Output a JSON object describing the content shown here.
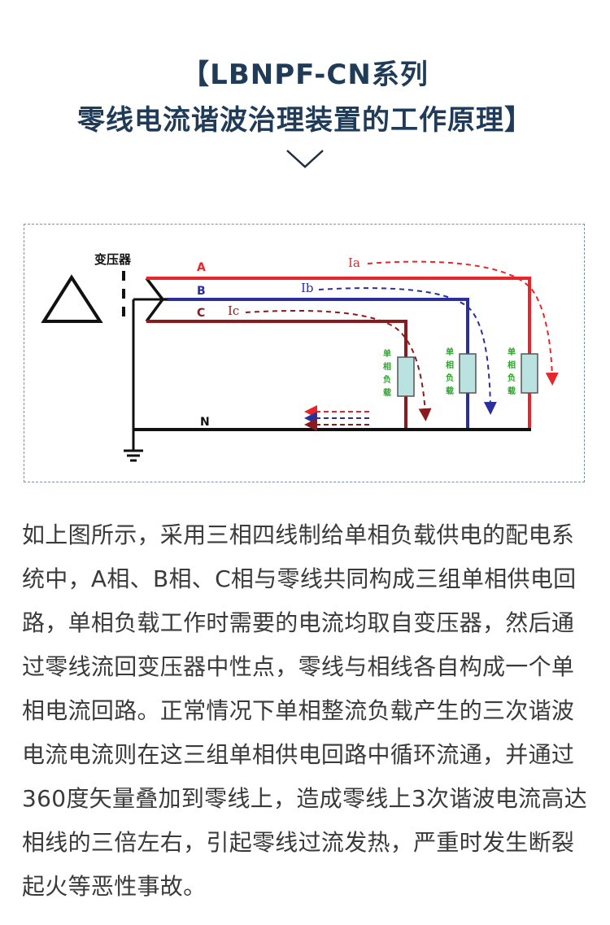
{
  "header": {
    "title_line1": "【LBNPF-CN系列",
    "title_line2": "零线电流谐波治理装置的工作原理】"
  },
  "diagram": {
    "transformer_label": "变压器",
    "phase_a": "A",
    "phase_b": "B",
    "phase_c": "C",
    "neutral": "N",
    "current_a": "Ia",
    "current_b": "Ib",
    "current_c": "Ic",
    "load_label": "单相负载",
    "colors": {
      "phase_a": "#e8262a",
      "phase_b": "#2b2f9e",
      "phase_c": "#8b1a1f",
      "neutral": "#1a1a1a",
      "load_fill": "#b9e2e0",
      "load_text": "#2aa52a"
    }
  },
  "body_text": "如上图所示，采用三相四线制给单相负载供电的配电系统中，A相、B相、C相与零线共同构成三组单相供电回路，单相负载工作时需要的电流均取自变压器，然后通过零线流回变压器中性点，零线与相线各自构成一个单相电流回路。正常情况下单相整流负载产生的三次谐波电流电流则在这三组单相供电回路中循环流通，并通过360度矢量叠加到零线上，造成零线上3次谐波电流高达相线的三倍左右，引起零线过流发热，严重时发生断裂起火等恶性事故。"
}
